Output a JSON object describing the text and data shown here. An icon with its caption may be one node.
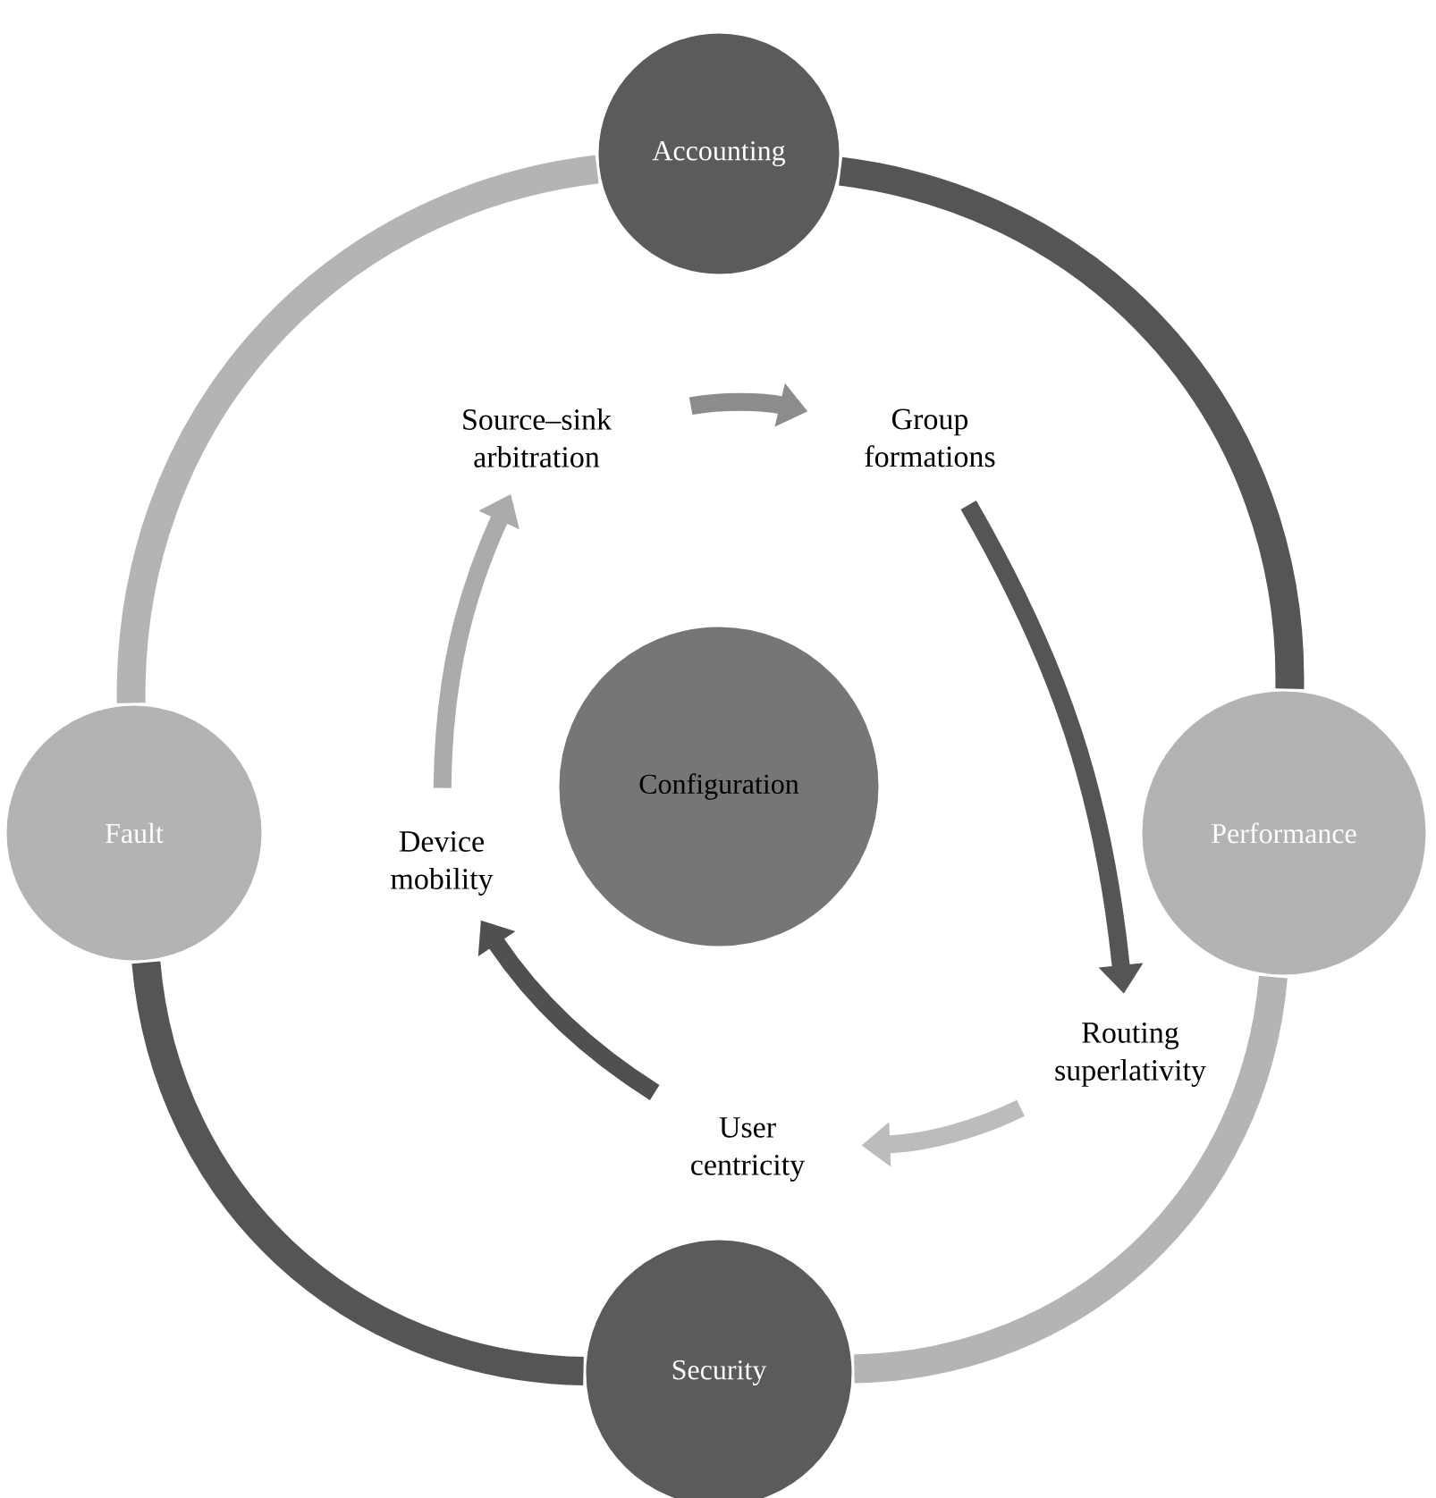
{
  "diagram": {
    "nodes": [
      {
        "text": [
          "Accounting"
        ]
      },
      {
        "text": [
          "Performance"
        ]
      },
      {
        "text": [
          "Security"
        ]
      },
      {
        "text": [
          "Fault"
        ]
      },
      {
        "text": [
          "Configuration"
        ]
      },
      {
        "text": [
          "Source–sink arbitration"
        ]
      },
      {
        "text": [
          "Group formations"
        ]
      },
      {
        "text": [
          "Routing superlativity"
        ]
      },
      {
        "text": [
          "User centricity"
        ]
      },
      {
        "text": [
          "Device mobility"
        ]
      }
    ],
    "edges": [
      {
        "from": 0,
        "to": 1,
        "arrow": "none",
        "color": "#555555"
      },
      {
        "from": 1,
        "to": 2,
        "arrow": "none",
        "color": "#b4b4b4"
      },
      {
        "from": 2,
        "to": 3,
        "arrow": "none",
        "color": "#555555"
      },
      {
        "from": 3,
        "to": 0,
        "arrow": "none",
        "color": "#b4b4b4"
      },
      {
        "from": 5,
        "to": 6,
        "arrow": "to",
        "color": "#8c8c8c"
      },
      {
        "from": 6,
        "to": 7,
        "arrow": "to",
        "color": "#555555"
      },
      {
        "from": 7,
        "to": 8,
        "arrow": "to",
        "color": "#bcbcbc"
      },
      {
        "from": 8,
        "to": 9,
        "arrow": "to",
        "color": "#505050"
      },
      {
        "from": 9,
        "to": 5,
        "arrow": "to",
        "color": "#ababab"
      }
    ]
  }
}
